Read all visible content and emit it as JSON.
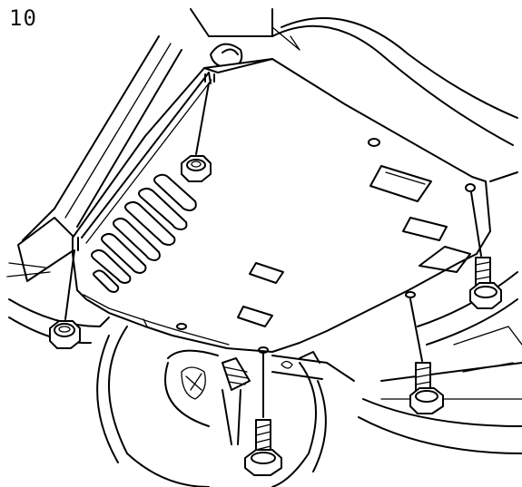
{
  "figure": {
    "step_number": "10",
    "line_color": "#000000",
    "background": "#ffffff",
    "parts": {
      "skid_plate": "underbody-splash-shield",
      "fasteners": [
        "upper-nut",
        "left-nut",
        "front-bolt",
        "right-bolt-lower",
        "right-bolt-upper"
      ]
    }
  }
}
